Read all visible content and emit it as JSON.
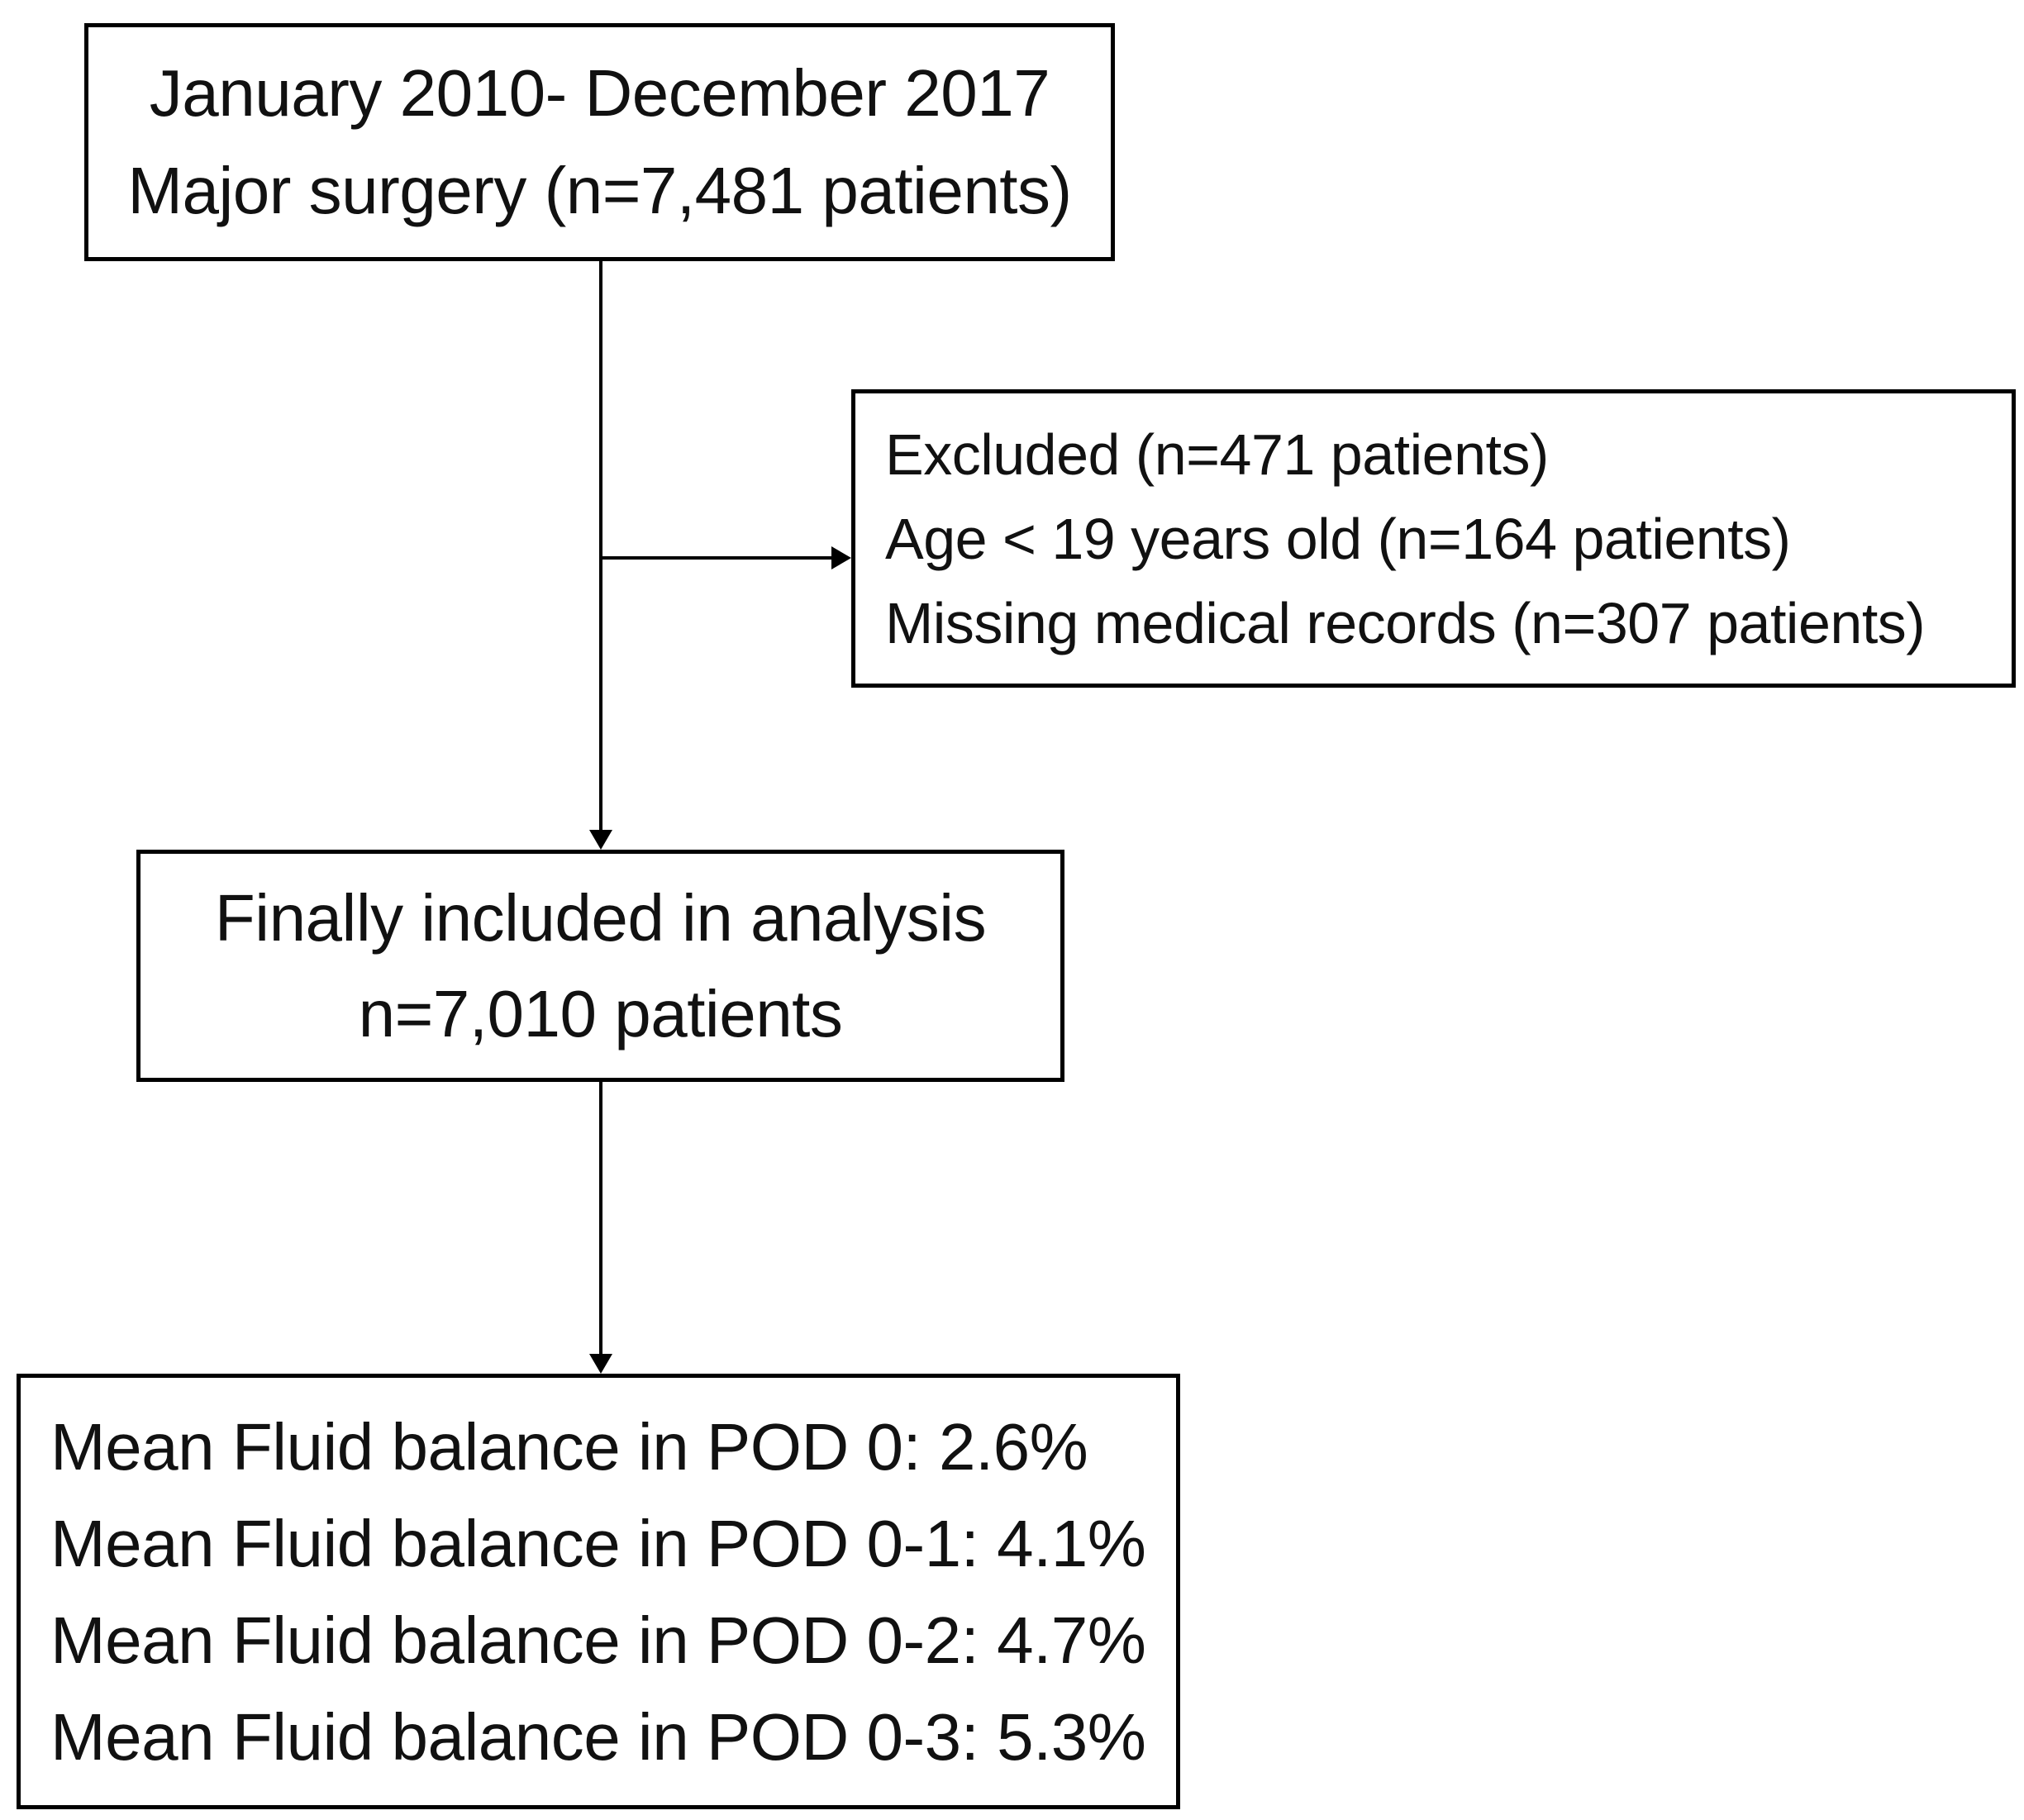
{
  "nodes": {
    "source": {
      "lines": [
        "January 2010- December 2017",
        "Major surgery (n=7,481 patients)"
      ]
    },
    "excluded": {
      "lines": [
        "Excluded (n=471 patients)",
        "Age < 19  years old (n=164 patients)",
        "Missing medical records (n=307 patients)"
      ]
    },
    "included": {
      "lines": [
        "Finally included in analysis",
        "n=7,010 patients"
      ]
    },
    "results": {
      "lines": [
        "Mean Fluid balance in POD 0: 2.6%",
        "Mean Fluid balance in POD 0-1: 4.1%",
        "Mean Fluid balance in POD 0-2: 4.7%",
        "Mean Fluid balance in POD 0-3: 5.3%"
      ]
    }
  },
  "edges": [
    {
      "from": "source",
      "to": "included"
    },
    {
      "from": "source",
      "to": "excluded"
    },
    {
      "from": "included",
      "to": "results"
    }
  ],
  "colors": {
    "stroke": "#000000",
    "text": "#111111",
    "background": "#ffffff"
  }
}
